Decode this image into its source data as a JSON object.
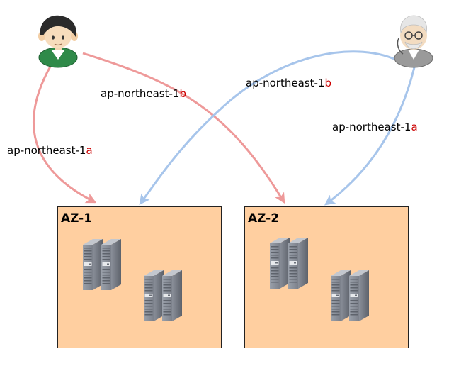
{
  "zones": [
    {
      "title": "AZ-1",
      "fill": "#FFCFA0"
    },
    {
      "title": "AZ-2",
      "fill": "#FFCFA0"
    }
  ],
  "users": [
    {
      "icon": "young-user-icon"
    },
    {
      "icon": "old-user-icon"
    }
  ],
  "labels": [
    {
      "prefix": "ap-northeast-1",
      "suffix": "a"
    },
    {
      "prefix": "ap-northeast-1",
      "suffix": "b"
    },
    {
      "prefix": "ap-northeast-1",
      "suffix": "b"
    },
    {
      "prefix": "ap-northeast-1",
      "suffix": "a"
    }
  ],
  "colors": {
    "zone_suffix": "#CC0000",
    "young_user_arrow": "#EE9999",
    "old_user_arrow": "#A7C5EB",
    "zone_border": "#222222"
  }
}
